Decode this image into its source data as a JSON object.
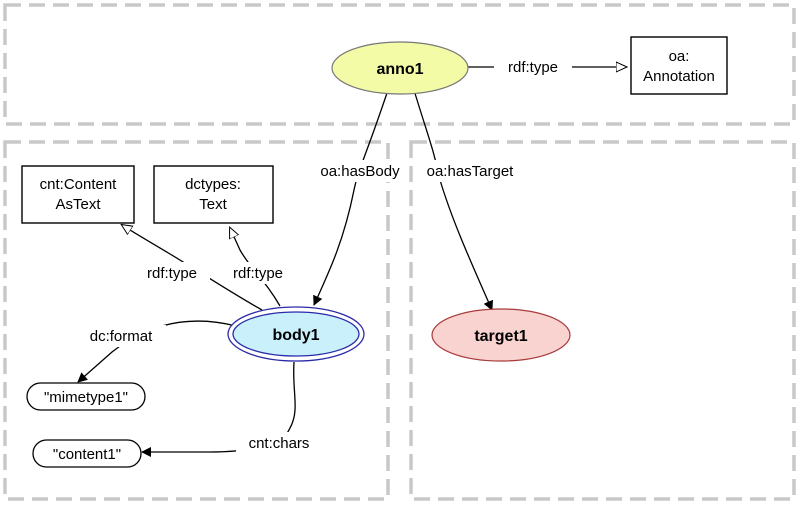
{
  "nodes": {
    "anno1": {
      "label": "anno1",
      "fill": "#f4fba6"
    },
    "body1": {
      "label": "body1",
      "fill": "#c9f0fb"
    },
    "target1": {
      "label": "target1",
      "fill": "#f8d3d0"
    },
    "oa_annotation": {
      "line1": "oa:",
      "line2": "Annotation"
    },
    "cnt_content_as_text": {
      "line1": "cnt:Content",
      "line2": "AsText"
    },
    "dctypes_text": {
      "line1": "dctypes:",
      "line2": "Text"
    },
    "mimetype1": {
      "label": "\"mimetype1\""
    },
    "content1": {
      "label": "\"content1\""
    }
  },
  "edges": {
    "anno_type": "rdf:type",
    "has_body": "oa:hasBody",
    "has_target": "oa:hasTarget",
    "body_type_content": "rdf:type",
    "body_type_text": "rdf:type",
    "format": "dc:format",
    "chars": "cnt:chars"
  },
  "colors": {
    "border_dash": "#c8c8c8",
    "node_stroke": "#6a6a6a",
    "body_stroke": "#2a2aa8",
    "target_stroke": "#a83a3a"
  }
}
